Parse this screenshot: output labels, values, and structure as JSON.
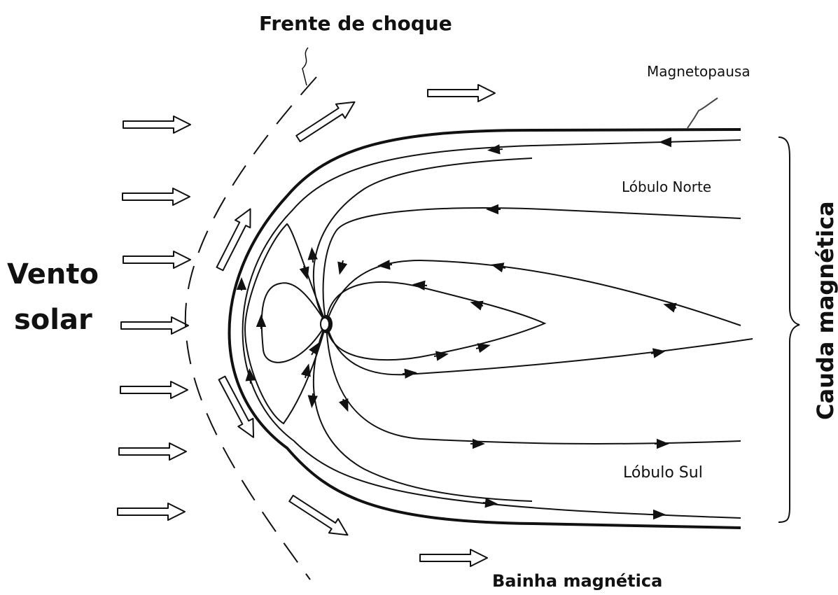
{
  "labels": {
    "bow_shock": "Frente de choque",
    "magnetopause": "Magnetopausa",
    "north_lobe": "Lóbulo Norte",
    "south_lobe": "Lóbulo Sul",
    "solar_wind_line1": "Vento",
    "solar_wind_line2": "solar",
    "magnetotail": "Cauda magnética",
    "magnetosheath": "Bainha magnética"
  }
}
